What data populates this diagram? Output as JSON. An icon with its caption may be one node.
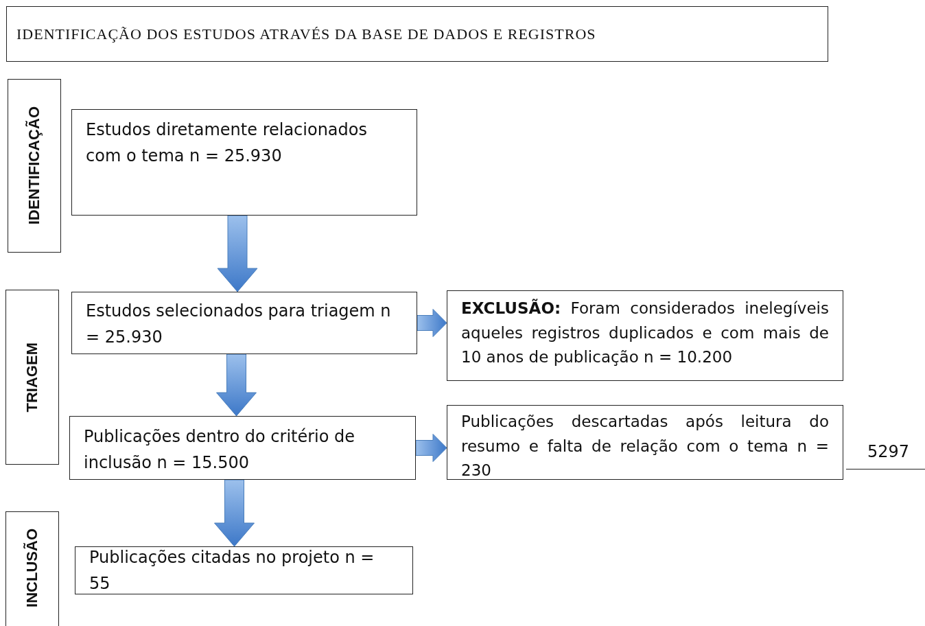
{
  "diagram": {
    "nodes": [
      {
        "text": [
          "IDENTIFICAÇÃO DOS ESTUDOS ATRAVÉS DA BASE DE DADOS E REGISTROS"
        ]
      },
      {
        "text": [
          "IDENTIFICAÇÃO"
        ]
      },
      {
        "text": [
          "Estudos diretamente relacionados com o tema n = 25.930"
        ]
      },
      {
        "text": [
          "TRIAGEM"
        ]
      },
      {
        "text": [
          "Estudos selecionados para triagem n = 25.930"
        ]
      },
      {
        "text": [
          "**EXCLUSÃO:** Foram considerados inelegíveis aqueles registros duplicados e com mais de 10 anos de publicação n = 10.200"
        ]
      },
      {
        "text": [
          "Publicações dentro do critério de inclusão n = 15.500"
        ]
      },
      {
        "text": [
          "Publicações descartadas após leitura do resumo e falta de relação com o tema n = 230"
        ]
      },
      {
        "text": [
          "INCLUSÃO"
        ]
      },
      {
        "text": [
          "Publicações citadas no projeto n = 55"
        ]
      }
    ],
    "edges": [
      {
        "from": 2,
        "to": 4,
        "arrow": "to"
      },
      {
        "from": 4,
        "to": 5,
        "arrow": "to"
      },
      {
        "from": 4,
        "to": 6,
        "arrow": "to"
      },
      {
        "from": 6,
        "to": 7,
        "arrow": "to"
      },
      {
        "from": 6,
        "to": 9,
        "arrow": "to"
      }
    ],
    "labels": [
      "5297"
    ]
  }
}
